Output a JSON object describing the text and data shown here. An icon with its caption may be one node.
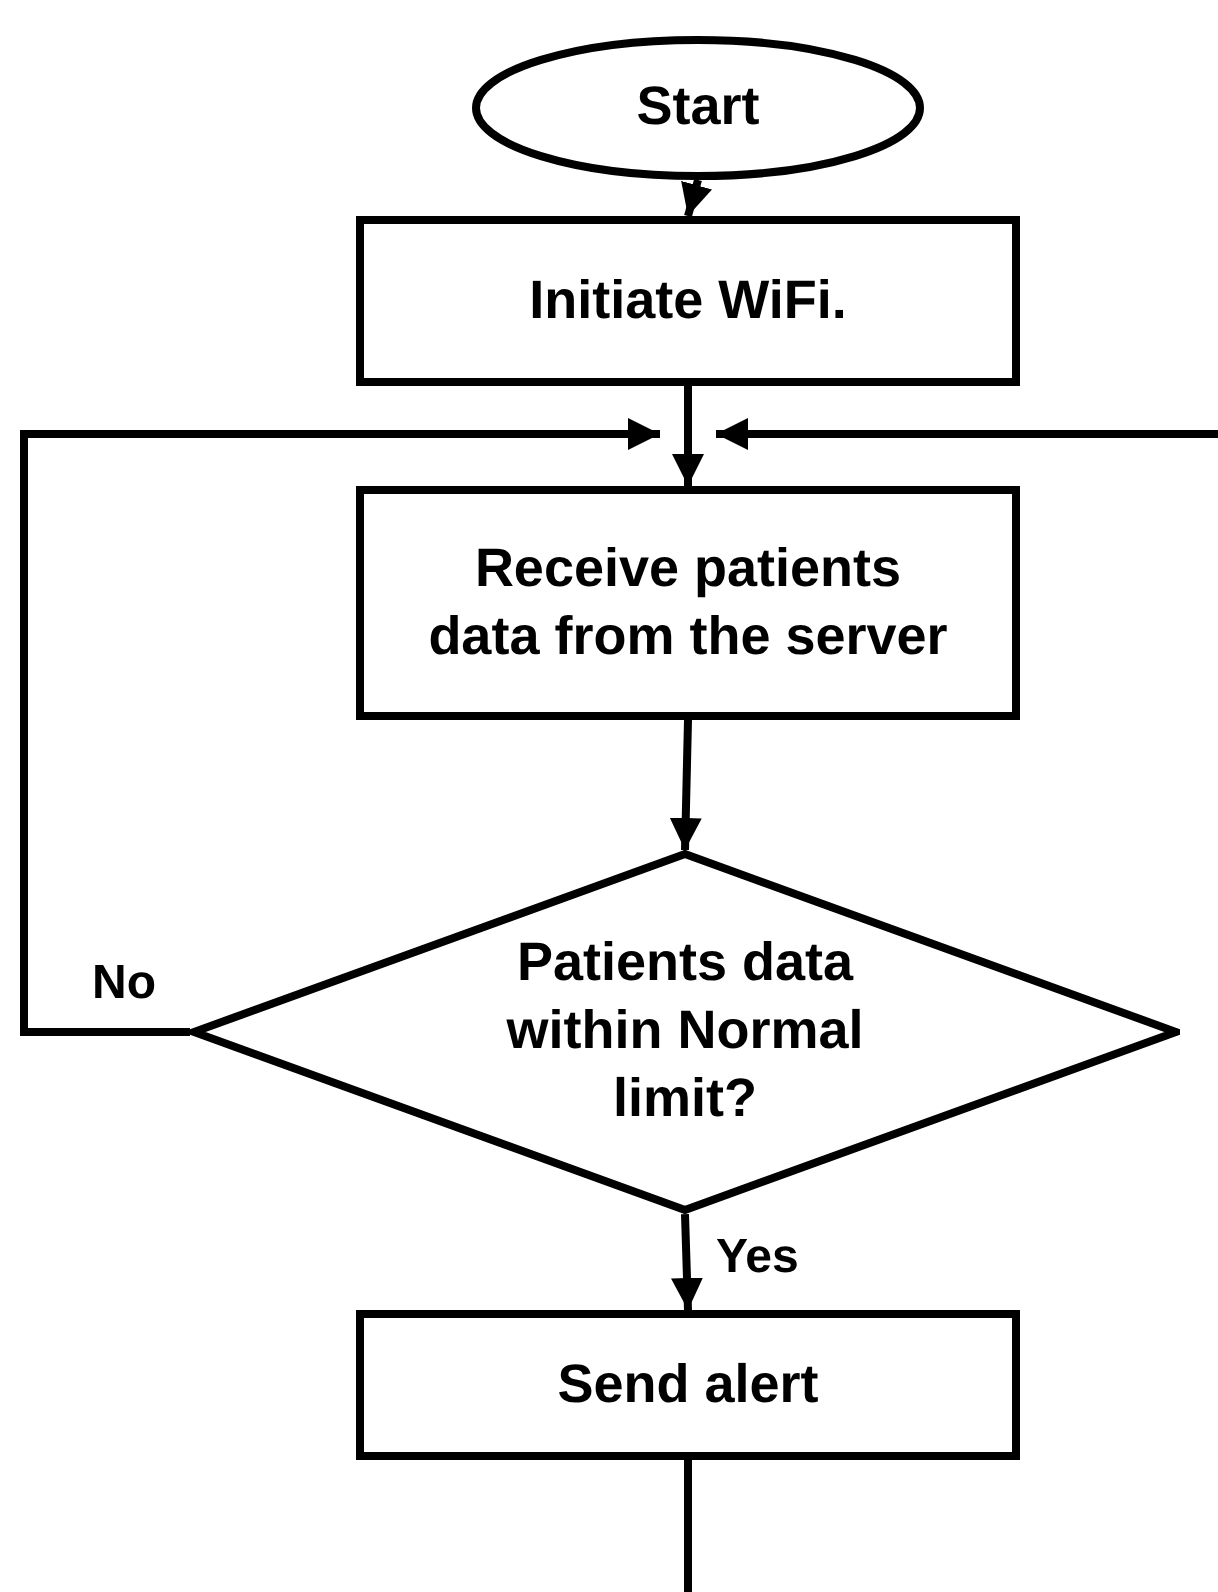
{
  "diagram": {
    "nodes": [
      {
        "text": [
          "Start"
        ]
      },
      {
        "text": [
          "Initiate WiFi."
        ]
      },
      {
        "text": [
          "Receive patients data from  the server"
        ]
      },
      {
        "text": [
          "Patients data within Normal limit?"
        ]
      },
      {
        "text": [
          "Send alert"
        ]
      }
    ],
    "edges": [
      {
        "from": 0,
        "to": 1,
        "arrow": "to"
      },
      {
        "from": 1,
        "to": 2,
        "arrow": "to"
      },
      {
        "from": 2,
        "to": 3,
        "arrow": "to"
      },
      {
        "from": 3,
        "to": 2,
        "arrow": "to",
        "label": "No"
      },
      {
        "from": null,
        "to": 2,
        "arrow": "to"
      },
      {
        "from": 3,
        "to": 4,
        "arrow": "to",
        "label": "Yes"
      },
      {
        "from": 4,
        "to": null,
        "arrow": "none"
      }
    ]
  }
}
